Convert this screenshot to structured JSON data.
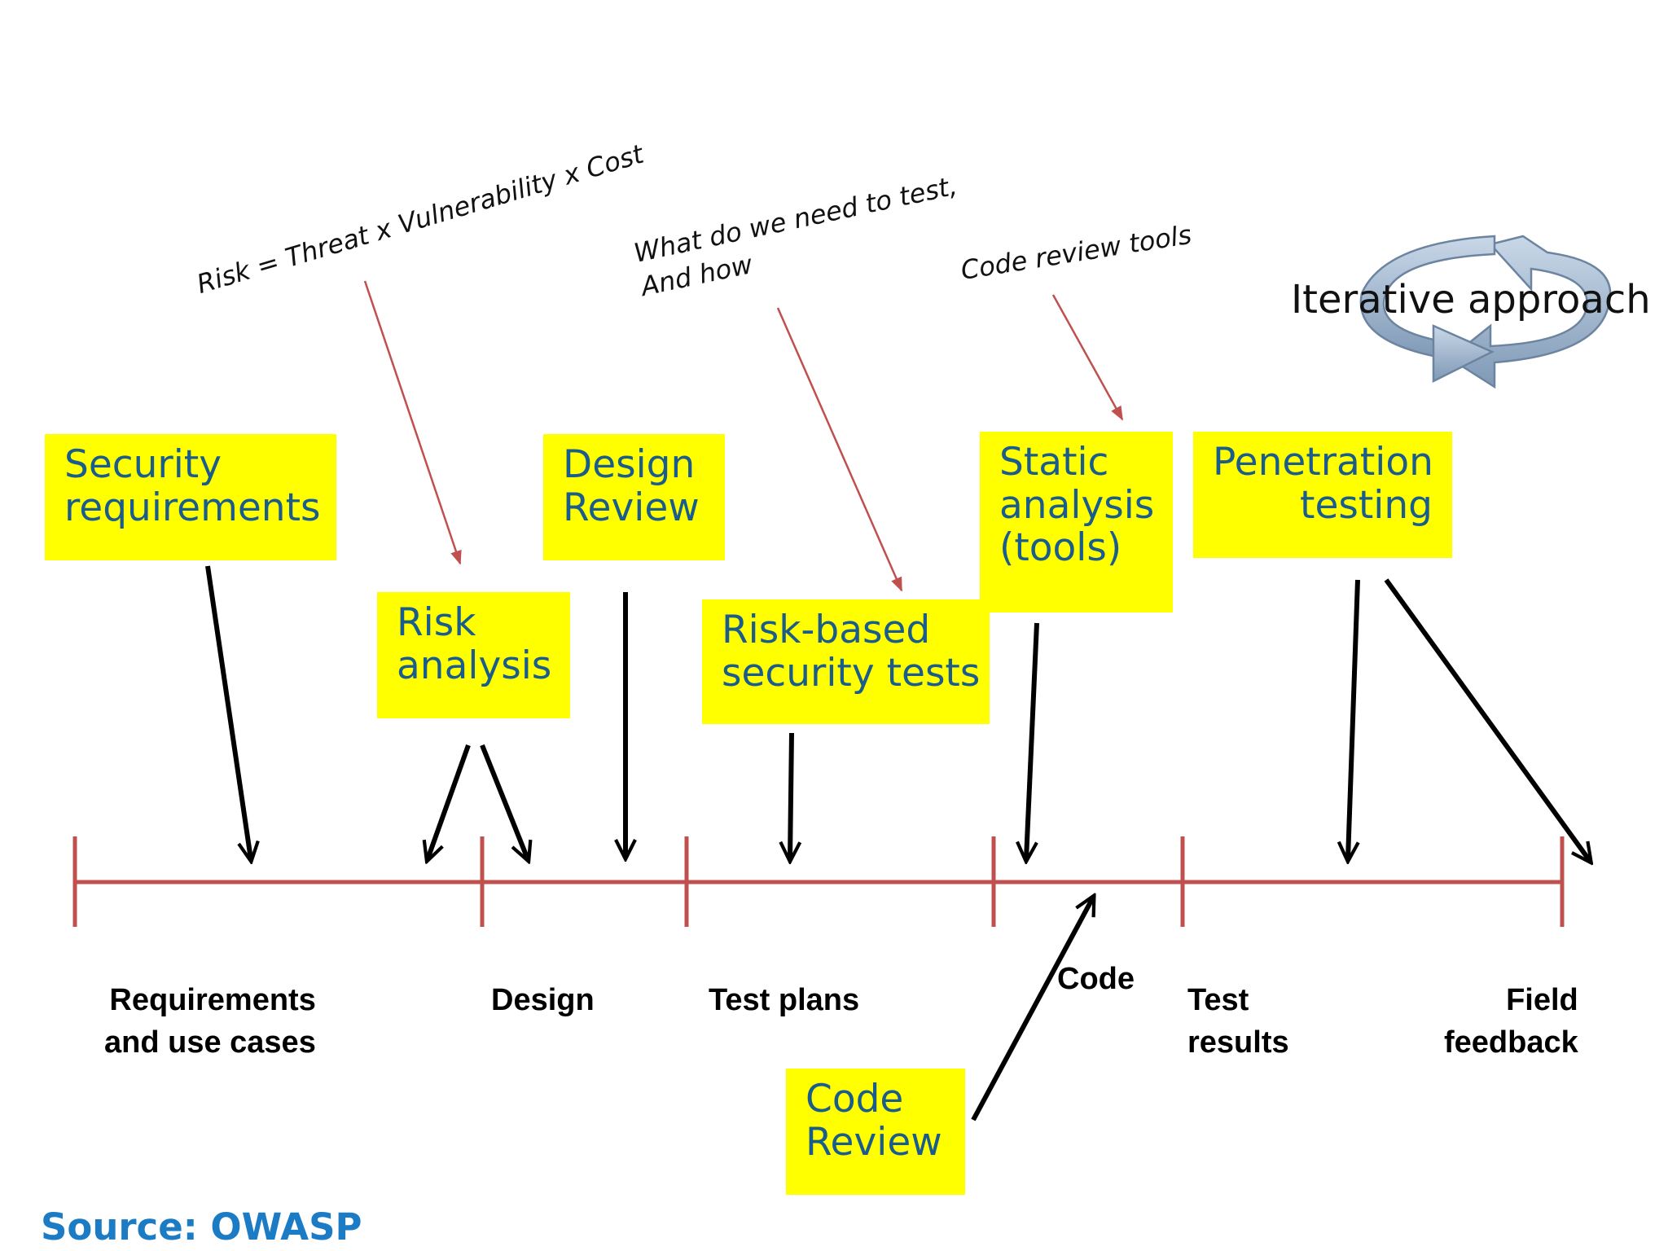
{
  "boxes": {
    "security_requirements": [
      "Security",
      "requirements"
    ],
    "risk_analysis": [
      "Risk",
      "analysis"
    ],
    "design_review": [
      "Design",
      "Review"
    ],
    "risk_based_tests": [
      "Risk-based",
      "security tests"
    ],
    "static_analysis": [
      "Static",
      "analysis",
      "(tools)"
    ],
    "penetration_testing": [
      "Penetration",
      "testing"
    ],
    "code_review": [
      "Code",
      "Review"
    ]
  },
  "notes": {
    "risk_formula": "Risk = Threat x Vulnerability x Cost",
    "what_to_test": [
      "What do we need to test,",
      "And how"
    ],
    "code_review_tools": "Code review tools"
  },
  "iterative": "Iterative approach",
  "phases": {
    "requirements": [
      "Requirements",
      "and use cases"
    ],
    "design": "Design",
    "test_plans": "Test plans",
    "code": "Code",
    "test_results": [
      "Test",
      "results"
    ],
    "field_feedback": [
      "Field",
      "feedback"
    ]
  },
  "source": "Source: OWASP",
  "colors": {
    "box_fill": "#ffff00",
    "box_text": "#1a5c8c",
    "timeline": "#c0504d",
    "note_arrow": "#c0504d",
    "source_text": "#1b7bc4",
    "cycle_fill": "#9db4cc"
  }
}
